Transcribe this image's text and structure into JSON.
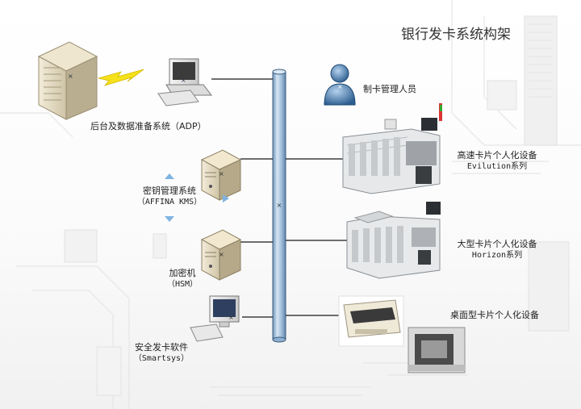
{
  "title": "银行发卡系统构架",
  "nodes": {
    "adp": {
      "label": "后台及数据准备系统（ADP）"
    },
    "kms": {
      "label": "密钥管理系统",
      "sublabel": "（AFFINA KMS）"
    },
    "hsm": {
      "label": "加密机",
      "sublabel": "（HSM）"
    },
    "smartsys": {
      "label": "安全发卡软件",
      "sublabel": "（Smartsys）"
    },
    "admin": {
      "label": "制卡管理人员"
    },
    "evilution": {
      "label": "高速卡片个人化设备",
      "sublabel": "Evilution系列"
    },
    "horizon": {
      "label": "大型卡片个人化设备",
      "sublabel": "Horizon系列"
    },
    "desktop": {
      "label": "桌面型卡片个人化设备"
    }
  },
  "colors": {
    "bus": "#a9c6e2",
    "bus_edge": "#3e5f80",
    "line": "#1a1a1a",
    "bolt": "#f5e11a"
  }
}
